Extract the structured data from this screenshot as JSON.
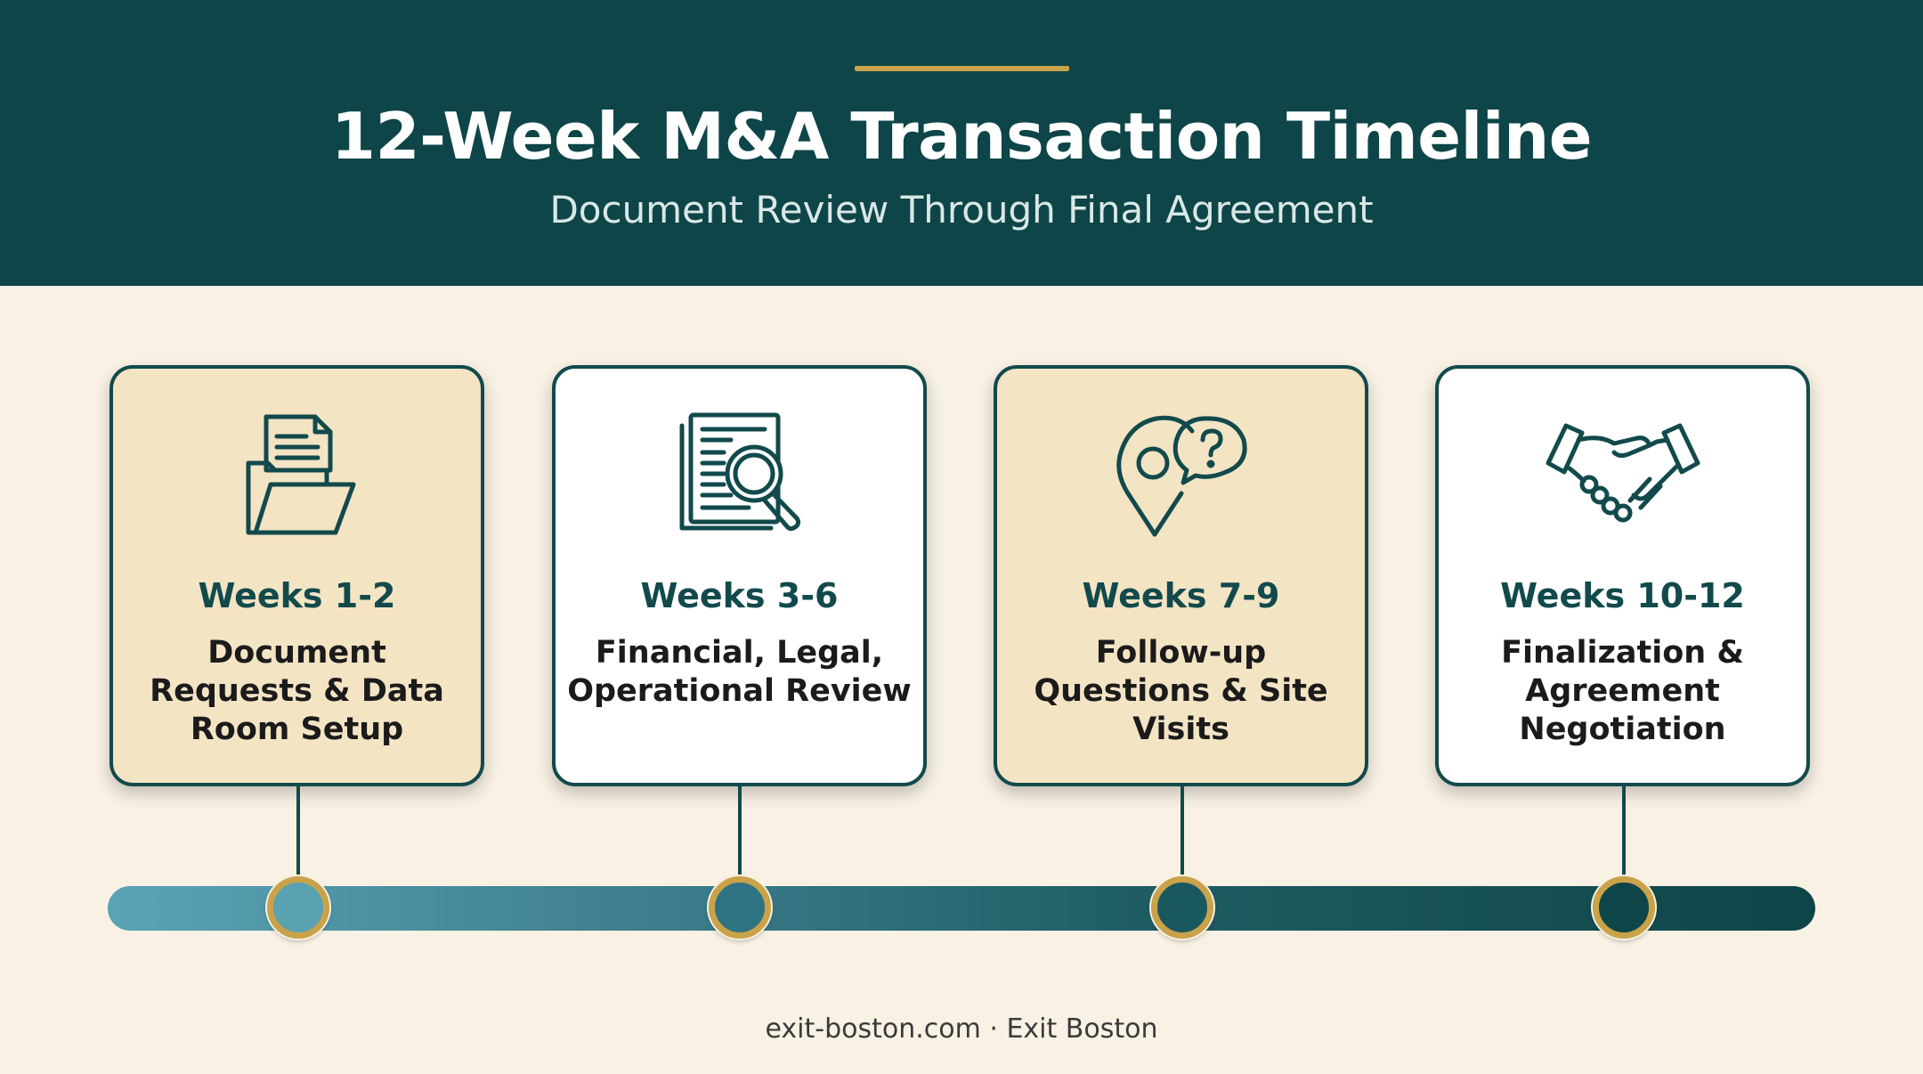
{
  "header": {
    "title": "12-Week M&A Transaction Timeline",
    "subtitle": "Document Review Through Final Agreement"
  },
  "phases": [
    {
      "weeks": "Weeks 1-2",
      "description": "Document Requests & Data Room Setup",
      "icon": "folder-document-icon"
    },
    {
      "weeks": "Weeks 3-6",
      "description": "Financial, Legal, Operational Review",
      "icon": "document-magnifier-icon"
    },
    {
      "weeks": "Weeks 7-9",
      "description": "Follow-up Questions & Site Visits",
      "icon": "location-question-icon"
    },
    {
      "weeks": "Weeks 10-12",
      "description": "Finalization & Agreement Negotiation",
      "icon": "handshake-icon"
    }
  ],
  "footer": "exit-boston.com · Exit Boston",
  "colors": {
    "header_bg": "#0e4548",
    "accent_gold": "#c9a24a",
    "card_tan": "#f3e4c4",
    "card_white": "#ffffff",
    "page_bg": "#f8f1e4"
  }
}
